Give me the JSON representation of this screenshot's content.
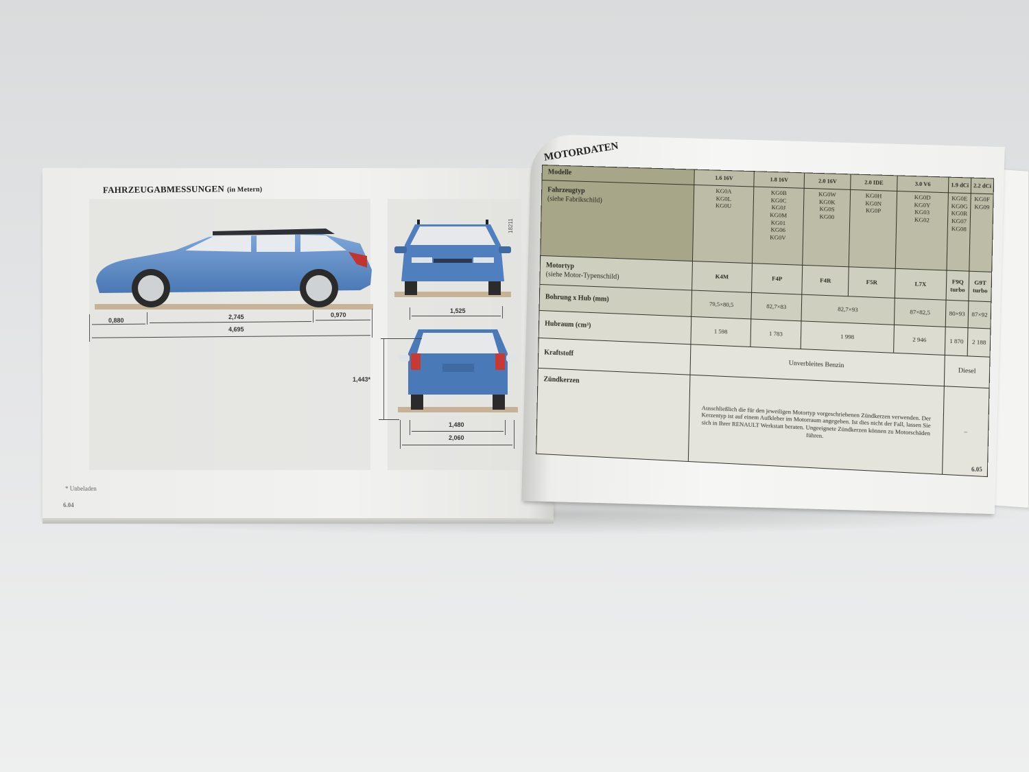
{
  "left_page": {
    "title": "FAHRZEUGABMESSUNGEN",
    "title_unit": "(in Metern)",
    "image_code": "18211",
    "dimensions": {
      "front_overhang": "0,880",
      "wheelbase": "2,745",
      "rear_overhang": "0,970",
      "total_length": "4,695",
      "front_track": "1,525",
      "height": "1,443*",
      "rear_track": "1,480",
      "width_with_mirrors": "2,060"
    },
    "footnote": "* Unbeladen",
    "page_number": "6.04"
  },
  "right_page": {
    "title": "MOTORDATEN",
    "page_number": "6.05",
    "table": {
      "row_labels": {
        "models": "Modelle",
        "vehicle_type": "Fahrzeugtyp",
        "vehicle_type_sub": "(siehe Fabrikschild)",
        "engine_type": "Motortyp",
        "engine_type_sub": "(siehe Motor-Typenschild)",
        "bore_stroke": "Bohrung x Hub (mm)",
        "displacement": "Hubraum (cm³)",
        "fuel": "Kraftstoff",
        "spark_plugs": "Zündkerzen"
      },
      "models": [
        "1.6 16V",
        "1.8 16V",
        "2.0 16V",
        "2.0 IDE",
        "3.0 V6",
        "1.9 dCi",
        "2.2 dCi"
      ],
      "vehicle_types": [
        "KG0A\nKG0L\nKG0U",
        "KG0B\nKG0C\nKG0J\nKG0M\nKG01\nKG06\nKG0V",
        "KG0W\nKG0K\nKG0S\nKG00",
        "KG0H\nKG0N\nKG0P",
        "KG0D\nKG0Y\nKG03\nKG02",
        "KG0E\nKG0G\nKG0R\nKG07\nKG08",
        "KG0F\nKG09"
      ],
      "engine_types": [
        "K4M",
        "F4P",
        "F4R",
        "F5R",
        "L7X",
        "F9Q turbo",
        "G9T turbo"
      ],
      "bore_stroke": {
        "k4m": "79,5×80,5",
        "f4p": "82,7×83",
        "f4r_f5r": "82,7×93",
        "l7x": "87×82,5",
        "f9q": "80×93",
        "g9t": "87×92"
      },
      "displacement": {
        "k4m": "1 598",
        "f4p": "1 783",
        "f4r_f5r": "1 998",
        "l7x": "2 946",
        "f9q": "1 870",
        "g9t": "2 188"
      },
      "fuel": {
        "petrol": "Unverbleites Benzin",
        "diesel": "Diesel"
      },
      "spark_plugs": {
        "note": "Ausschließlich die für den jeweiligen Motortyp vorgeschriebenen Zündkerzen verwenden. Der Kerzentyp ist auf einem Aufkleber im Motorraum angegeben. Ist dies nicht der Fall, lassen Sie sich in Ihrer RENAULT Werkstatt beraten. Ungeeignete Zündkerzen können zu Motorschäden führen.",
        "diesel": "–"
      }
    }
  },
  "colors": {
    "table_dark": "#a7a689",
    "table_light": "#dcdcd0",
    "car_blue": "#4f7fbf",
    "background": "#e4e5e6"
  }
}
